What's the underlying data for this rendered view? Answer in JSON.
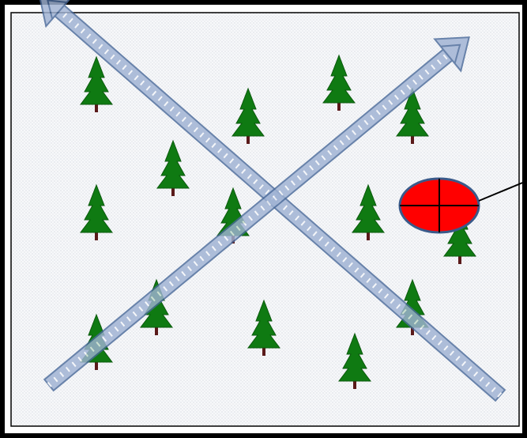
{
  "diagram": {
    "trees": [
      {
        "id": "tree-1"
      },
      {
        "id": "tree-2"
      },
      {
        "id": "tree-3"
      },
      {
        "id": "tree-4"
      },
      {
        "id": "tree-5"
      },
      {
        "id": "tree-6"
      },
      {
        "id": "tree-7"
      },
      {
        "id": "tree-8"
      },
      {
        "id": "tree-9"
      },
      {
        "id": "tree-10"
      },
      {
        "id": "tree-11"
      },
      {
        "id": "tree-12"
      },
      {
        "id": "tree-13"
      },
      {
        "id": "tree-14"
      },
      {
        "id": "tree-15"
      },
      {
        "id": "tree-16"
      }
    ],
    "tree_color": "#0f7a12",
    "trunk_color": "#5a1a1a",
    "arrow_color": "#9fb2d3",
    "arrow_stroke": "#4a6a9a",
    "target_fill": "#ff0000",
    "target_stroke": "#3a5a8a",
    "frame_color": "#000000",
    "background_color": "#f4f6f8"
  }
}
